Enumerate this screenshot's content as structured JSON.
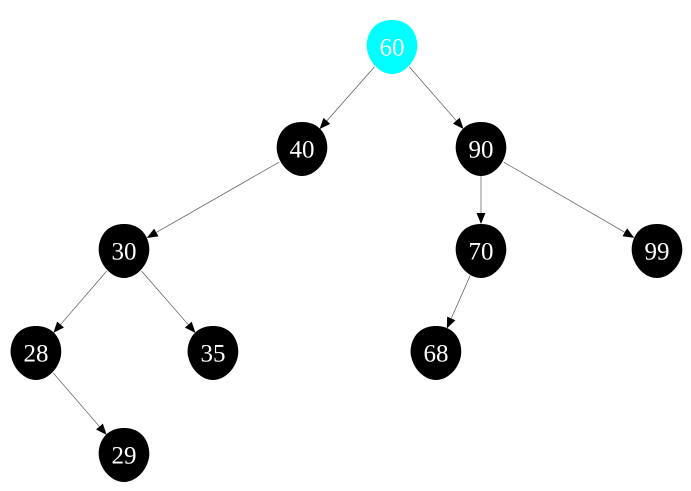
{
  "diagram": {
    "type": "binary-search-tree",
    "colors": {
      "root_fill": "#00ffff",
      "node_fill": "#000000",
      "label_color": "#ffffff",
      "edge_color": "#555555",
      "arrow_color": "#000000"
    },
    "root": "n60",
    "nodes": [
      {
        "id": "n60",
        "label": "60",
        "highlight": true
      },
      {
        "id": "n40",
        "label": "40"
      },
      {
        "id": "n90",
        "label": "90"
      },
      {
        "id": "n30",
        "label": "30"
      },
      {
        "id": "n70",
        "label": "70"
      },
      {
        "id": "n99",
        "label": "99"
      },
      {
        "id": "n28",
        "label": "28"
      },
      {
        "id": "n35",
        "label": "35"
      },
      {
        "id": "n68",
        "label": "68"
      },
      {
        "id": "n29",
        "label": "29"
      }
    ],
    "edges": [
      {
        "from": "n60",
        "to": "n40"
      },
      {
        "from": "n60",
        "to": "n90"
      },
      {
        "from": "n40",
        "to": "n30"
      },
      {
        "from": "n90",
        "to": "n70"
      },
      {
        "from": "n90",
        "to": "n99"
      },
      {
        "from": "n30",
        "to": "n28"
      },
      {
        "from": "n30",
        "to": "n35"
      },
      {
        "from": "n70",
        "to": "n68"
      },
      {
        "from": "n28",
        "to": "n29"
      }
    ]
  }
}
